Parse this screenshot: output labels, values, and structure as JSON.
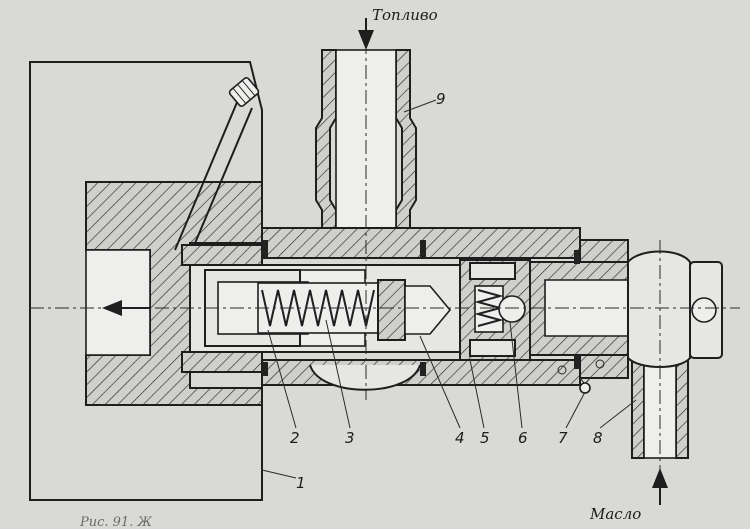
{
  "labels": {
    "fuel": "Топливо",
    "oil": "Масло"
  },
  "callouts": [
    "1",
    "2",
    "3",
    "4",
    "5",
    "6",
    "7",
    "8",
    "9"
  ],
  "caption_partial": "Рис. 91. Ж"
}
